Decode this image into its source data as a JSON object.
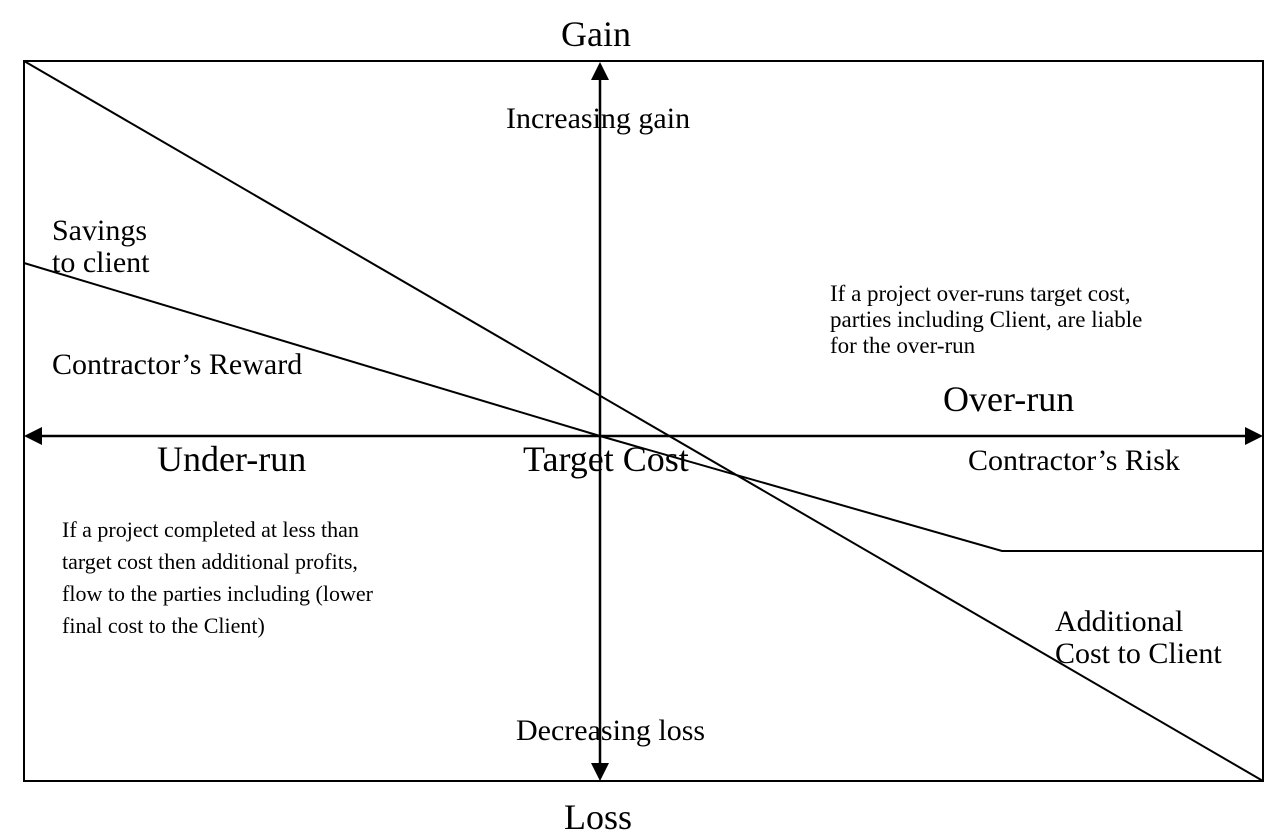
{
  "axes": {
    "gain": "Gain",
    "loss": "Loss",
    "increasing_gain": "Increasing gain",
    "decreasing_loss": "Decreasing loss",
    "under_run": "Under-run",
    "over_run": "Over-run",
    "target_cost": "Target Cost"
  },
  "regions": {
    "savings_to_client": [
      "Savings",
      "to client"
    ],
    "contractors_reward": "Contractor’s Reward",
    "contractors_risk": "Contractor’s Risk",
    "additional_cost_to_client": [
      "Additional",
      "Cost  to Client"
    ]
  },
  "notes": {
    "over_run_note": [
      "If a project over-runs target cost,",
      "parties including Client, are liable",
      "for the over-run"
    ],
    "under_run_note": [
      "If a project completed at less than",
      "target cost then additional profits,",
      "flow to the parties including (lower",
      "final cost to the Client)"
    ]
  },
  "colors": {
    "line": "#000000",
    "background": "#ffffff"
  }
}
